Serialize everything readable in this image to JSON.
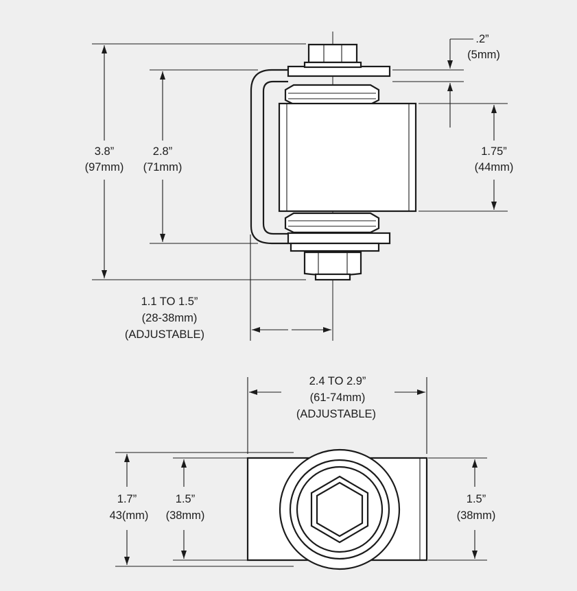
{
  "colors": {
    "background": "#efefef",
    "line": "#1b1b1b",
    "part_fill": "#ffffff"
  },
  "side_view": {
    "overall_height": {
      "line1": "3.8”",
      "line2": "(97mm)"
    },
    "bracket_height": {
      "line1": "2.8”",
      "line2": "(71mm)"
    },
    "roller_height": {
      "line1": "1.75”",
      "line2": "(44mm)"
    },
    "gap": {
      "line1": ".2”",
      "line2": "(5mm)"
    },
    "offset": {
      "line1": "1.1 TO 1.5”",
      "line2": "(28-38mm)",
      "line3": "(ADJUSTABLE)"
    }
  },
  "bottom_view": {
    "width": {
      "line1": "2.4 TO 2.9”",
      "line2": "(61-74mm)",
      "line3": "(ADJUSTABLE)"
    },
    "outer_height": {
      "line1": "1.7”",
      "line2": "43(mm)"
    },
    "inner_height": {
      "line1": "1.5”",
      "line2": "(38mm)"
    },
    "right_height": {
      "line1": "1.5”",
      "line2": "(38mm)"
    }
  }
}
